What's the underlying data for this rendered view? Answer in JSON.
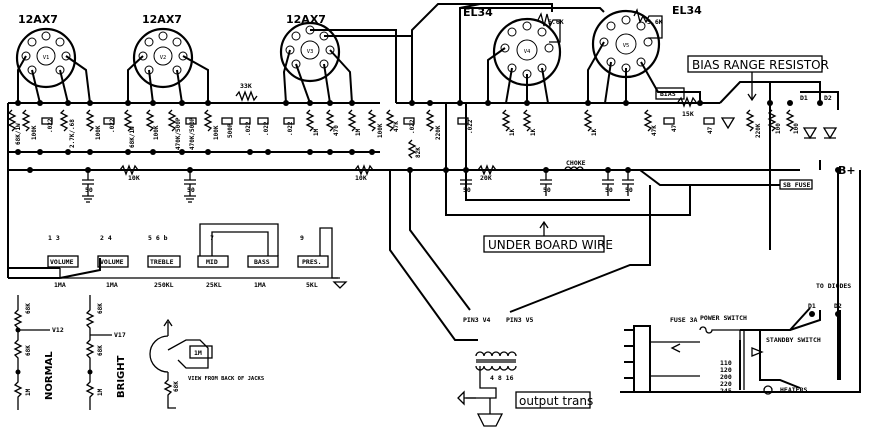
{
  "tubes": {
    "v1": {
      "type": "12AX7",
      "id": "V1"
    },
    "v2": {
      "type": "12AX7",
      "id": "V2"
    },
    "v3": {
      "type": "12AX7",
      "id": "V3"
    },
    "v4": {
      "type": "EL34",
      "id": "V4",
      "bias": "5.6K"
    },
    "v5": {
      "type": "EL34",
      "id": "V5",
      "bias": "5.6K"
    }
  },
  "callouts": {
    "bias_range": "BIAS RANGE RESISTOR",
    "under_board": "UNDER BOARD WIRE",
    "output_trans": "output trans"
  },
  "components": {
    "r1": "68K/1W",
    "r2": "100K",
    "c1": ".022",
    "r3": "2.7K/.68",
    "r4": "100K",
    "c2": ".022",
    "r5": "68K/1W",
    "r6": "100K",
    "r7": "470K/500P",
    "c3": "470K/500P",
    "r8": "100K",
    "c4": "500P",
    "c5": ".022",
    "c6": ".022",
    "r33": "33K",
    "c7": ".022",
    "r9": "1M",
    "r10": "470",
    "r11": "1M",
    "r12": "47K",
    "c8": ".022",
    "r13": "220K",
    "c9": ".022",
    "r14": "100K",
    "r82": "82K",
    "r15": "1K",
    "r16": "1K",
    "r17": "1K",
    "r18": "47K",
    "c10": "47",
    "r15k": "15K",
    "c11": "47",
    "r220": "220K",
    "r19": "100",
    "r20": "100",
    "rchain1": "10K",
    "rchain2": "10K",
    "rchain3": "20K",
    "choke": "CHOKE",
    "bias": "BIAS",
    "d1": "D1",
    "d2": "D2",
    "bplus": "B+",
    "fuse_sb": "SB FUSE",
    "cap50": "50"
  },
  "pots": {
    "vol1": {
      "label": "VOLUME",
      "value": "1MA",
      "pins": "1 3"
    },
    "vol2": {
      "label": "VOLUME",
      "value": "1MA",
      "pins": "2 4"
    },
    "treble": {
      "label": "TREBLE",
      "value": "250KL",
      "pins": "5 6 b"
    },
    "mid": {
      "label": "MID",
      "value": "25KL",
      "pins": "7"
    },
    "bass": {
      "label": "BASS",
      "value": "1MA",
      "pins": ""
    },
    "pres": {
      "label": "PRES.",
      "value": "5KL",
      "pins": "9"
    }
  },
  "inputs": {
    "normal": {
      "label": "NORMAL",
      "r1": "68K",
      "r2": "1M",
      "tap": "V12"
    },
    "bright": {
      "label": "BRIGHT",
      "r1": "68K",
      "r2": "68K",
      "r3": "1M",
      "tap": "V17"
    },
    "jack": {
      "r": "1M",
      "note": "VIEW FROM BACK OF JACKS",
      "r2": "68K"
    }
  },
  "power": {
    "fuse": "FUSE 3A",
    "power_switch": "POWER SWITCH",
    "standby": "STANDBY SWITCH",
    "taps": [
      "110",
      "120",
      "200",
      "220",
      "245"
    ],
    "heaters": "HEATERS",
    "to_diodes": "TO DIODES",
    "d1": "D1",
    "d2": "D2"
  },
  "ot": {
    "pin_v4": "PIN3 V4",
    "pin_v5": "PIN3 V5",
    "taps": "4 8 16"
  }
}
